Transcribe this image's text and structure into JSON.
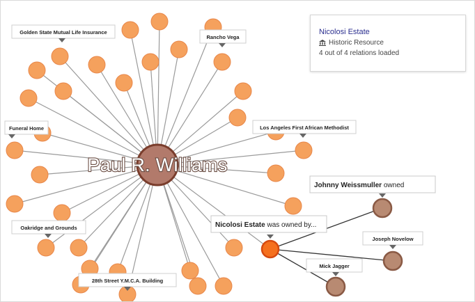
{
  "graph": {
    "center_label": "Paul R. Williams",
    "node_labels": [
      "Golden State Mutual Life Insurance",
      "Rancho Vega",
      "Funeral Home",
      "Los Angeles First African Methodist",
      "Oakridge and Grounds",
      "28th Street Y.M.C.A. Building",
      "Joseph Novelow",
      "Mick Jagger"
    ],
    "tooltips": {
      "johnny": {
        "name": "Johnny Weissmuller",
        "suffix": " owned"
      },
      "nicolosi": {
        "name": "Nicolosi Estate",
        "suffix": " was owned by..."
      }
    },
    "colors": {
      "node_fill": "#f5a15d",
      "node_stroke": "#e8874a",
      "center_fill": "#b27a6b",
      "center_stroke": "#7a3d2c",
      "selected_fill": "#f5701e",
      "selected_stroke": "#d64a10",
      "relation_fill": "#b88a72",
      "relation_stroke": "#8a5a45",
      "edge": "#9a9a9a",
      "relation_edge": "#333333"
    }
  },
  "info_panel": {
    "title": "Nicolosi Estate",
    "type_icon": "bank-icon",
    "type_label": "Historic Resource",
    "status": "4 out of 4 relations loaded"
  }
}
